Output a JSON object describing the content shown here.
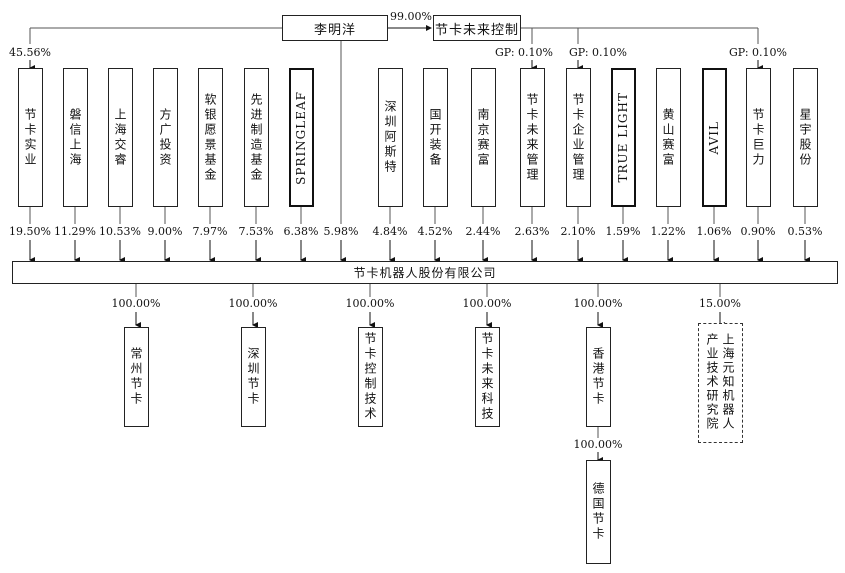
{
  "controller": {
    "name": "李明洋",
    "to_platform_pct": "99.00%",
    "to_shiye_pct": "45.56%",
    "direct_pct": "5.98%"
  },
  "platform": {
    "name": "节卡未来控制",
    "gp_labels": [
      "GP: 0.10%",
      "GP: 0.10%",
      "GP: 0.10%"
    ]
  },
  "shareholders": [
    {
      "name": "节卡实业",
      "pct": "19.50%"
    },
    {
      "name": "磐信上海",
      "pct": "11.29%"
    },
    {
      "name": "上海交睿",
      "pct": "10.53%"
    },
    {
      "name": "方广投资",
      "pct": "9.00%"
    },
    {
      "name": "软银愿景基金",
      "pct": "7.97%"
    },
    {
      "name": "先进制造基金",
      "pct": "7.53%"
    },
    {
      "name": "SPRINGLEAF",
      "pct": "6.38%"
    },
    {
      "name": "深圳阿斯特",
      "pct": "4.84%"
    },
    {
      "name": "国开装备",
      "pct": "4.52%"
    },
    {
      "name": "南京赛富",
      "pct": "2.44%"
    },
    {
      "name": "节卡未来管理",
      "pct": "2.63%"
    },
    {
      "name": "节卡企业管理",
      "pct": "2.10%"
    },
    {
      "name": "TRUE LIGHT",
      "pct": "1.59%"
    },
    {
      "name": "黄山赛富",
      "pct": "1.22%"
    },
    {
      "name": "AVIL",
      "pct": "1.06%"
    },
    {
      "name": "节卡巨力",
      "pct": "0.90%"
    },
    {
      "name": "星宇股份",
      "pct": "0.53%"
    }
  ],
  "company": {
    "name": "节卡机器人股份有限公司"
  },
  "subsidiaries": [
    {
      "name": "常州节卡",
      "pct": "100.00%"
    },
    {
      "name": "深圳节卡",
      "pct": "100.00%"
    },
    {
      "name": "节卡控制技术",
      "pct": "100.00%"
    },
    {
      "name": "节卡未来科技",
      "pct": "100.00%"
    },
    {
      "name": "香港节卡",
      "pct": "100.00%"
    },
    {
      "name": "上海元知机器人产业技术研究院",
      "pct": "15.00%"
    }
  ],
  "sub_subsidiary": {
    "name": "德国节卡",
    "pct": "100.00%"
  }
}
